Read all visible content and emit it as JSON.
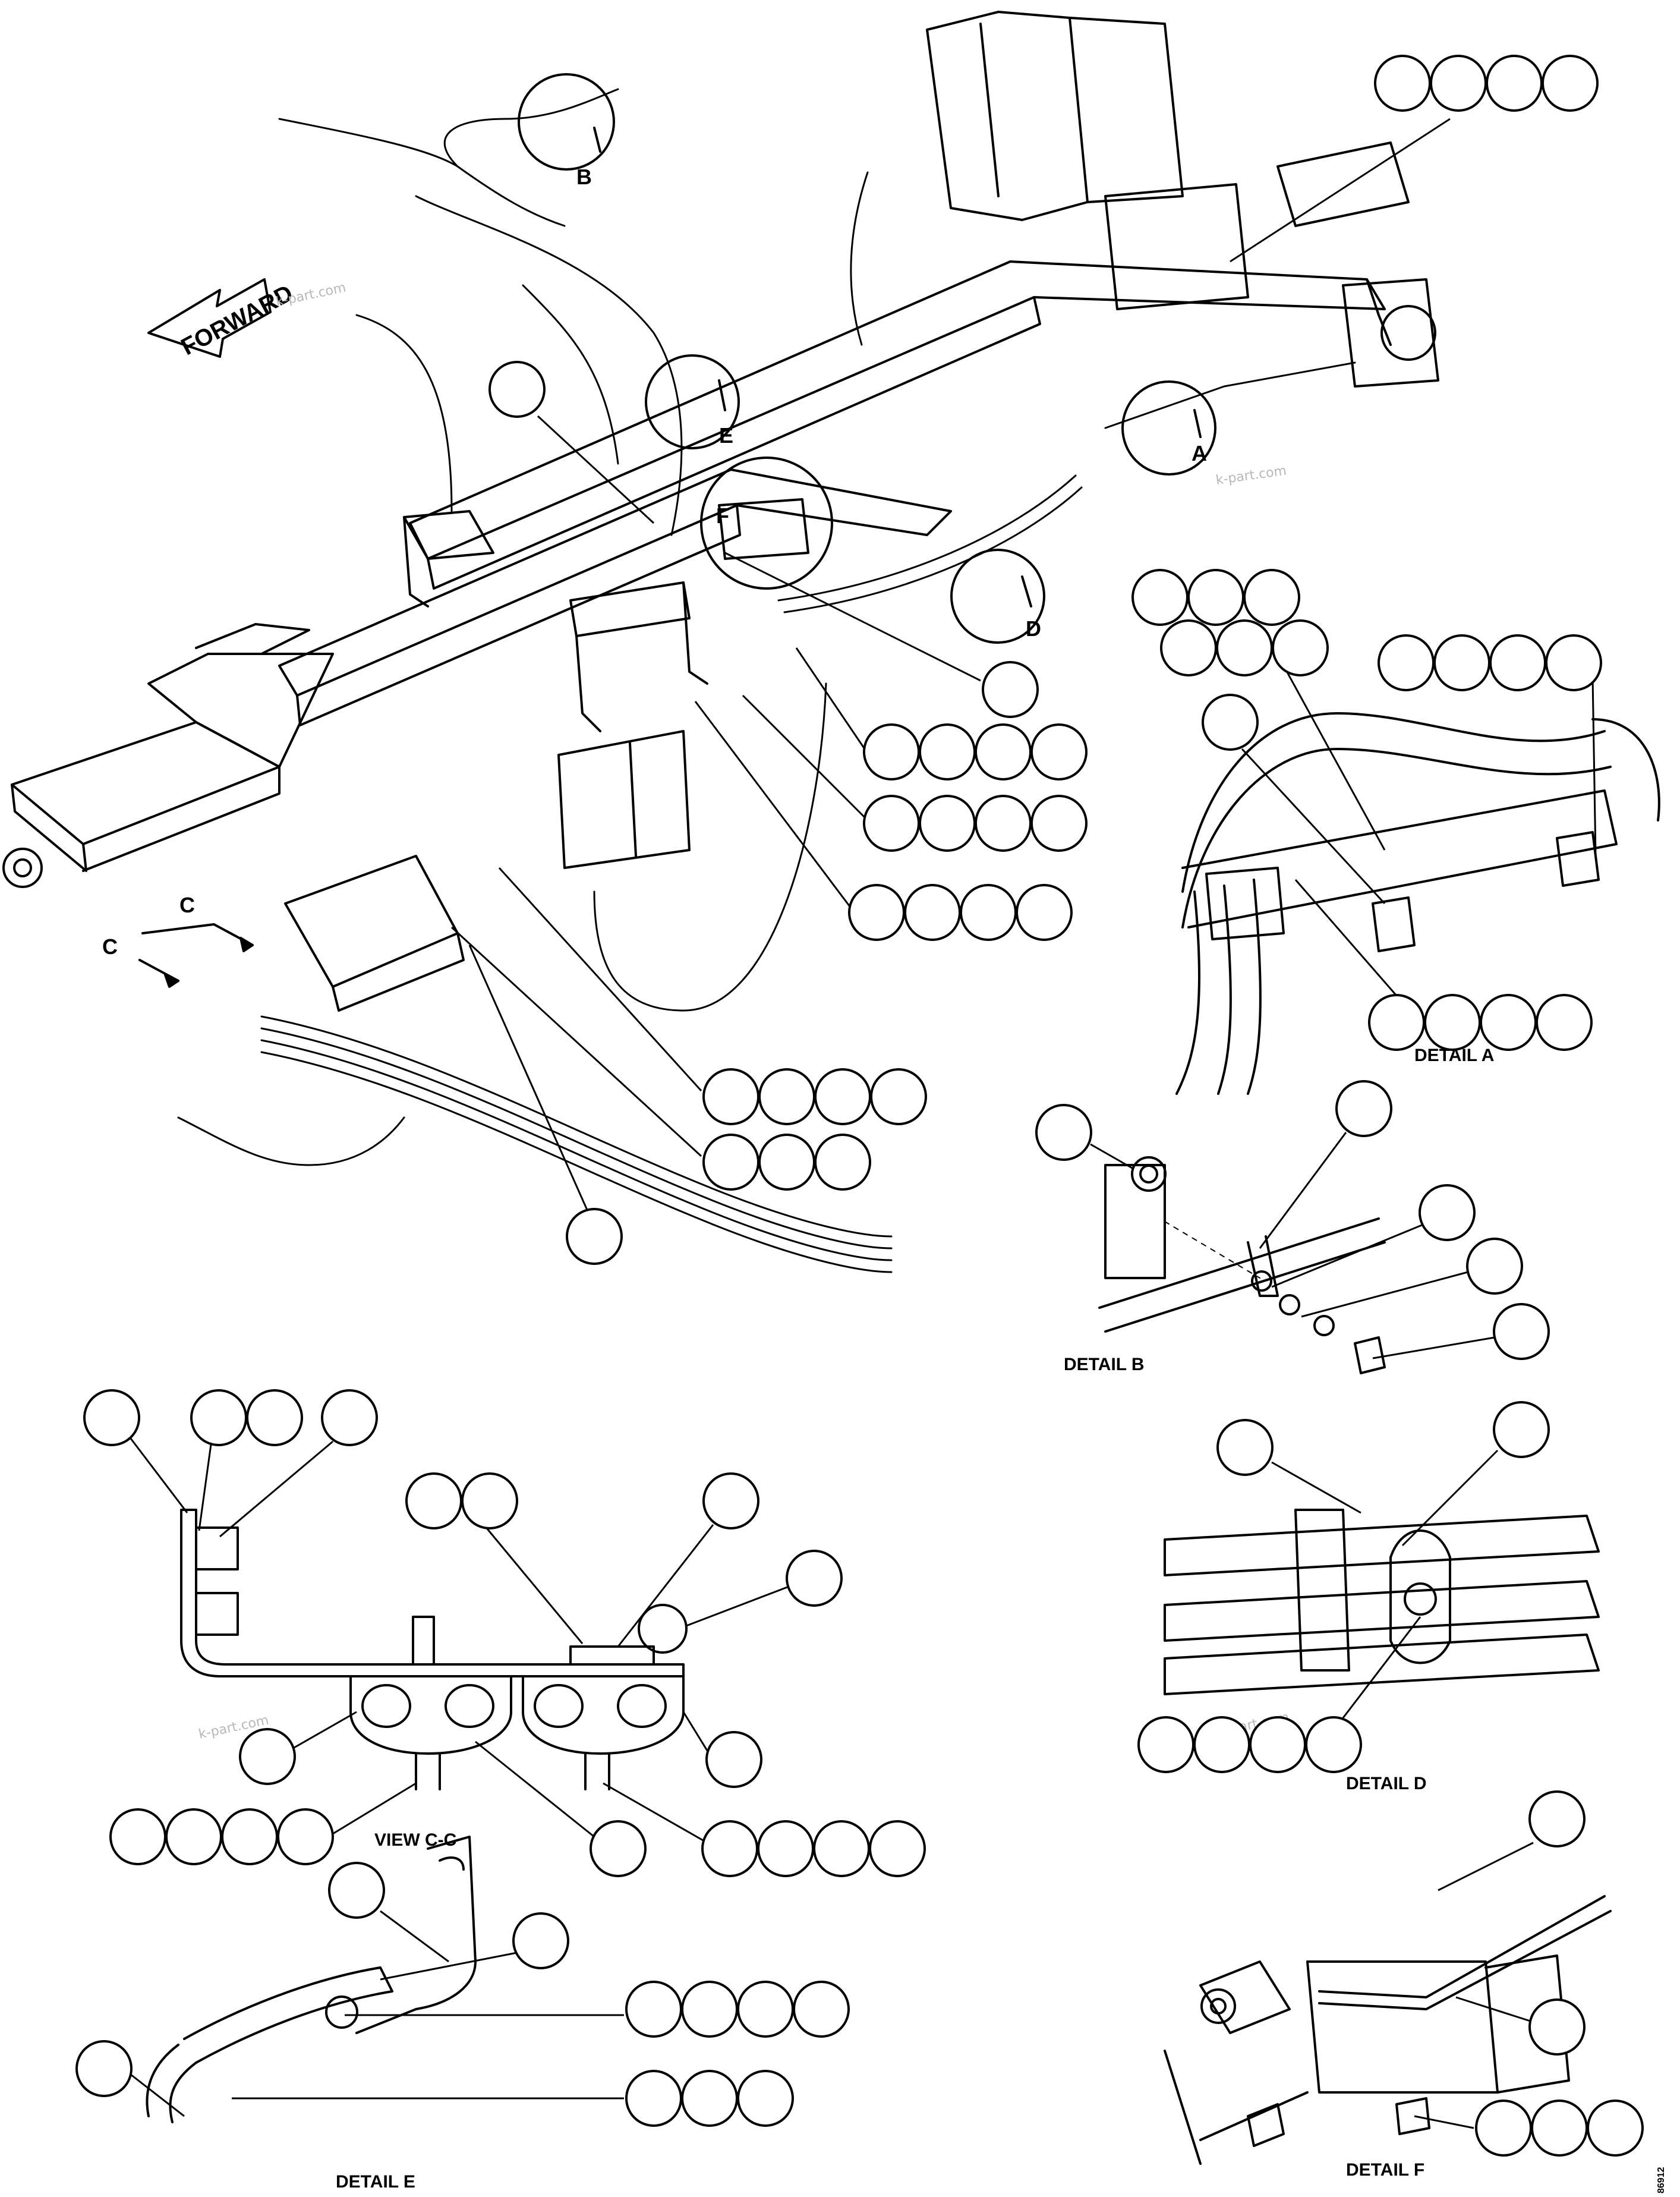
{
  "orientation": {
    "forward_arrow": "FORWARD"
  },
  "detail_markers": {
    "a": "A",
    "b": "B",
    "c_left": "C",
    "c_right": "C",
    "d": "D",
    "e": "E",
    "f": "F"
  },
  "captions": {
    "detail_a": "DETAIL A",
    "detail_b": "DETAIL B",
    "view_cc": "VIEW C-C",
    "detail_d": "DETAIL D",
    "detail_e": "DETAIL E",
    "detail_f": "DETAIL F"
  },
  "watermark": "k-part.com",
  "drawing_number": "86912",
  "callout_groups": {
    "top_right": 4,
    "main_frame_left": 1,
    "main_motor": 1,
    "main_row1": 4,
    "main_row2": 4,
    "main_row3": 4,
    "main_lower1": 4,
    "main_lower2": 3,
    "main_lower3": 1,
    "detail_a_top1": 3,
    "detail_a_top2": 3,
    "detail_a_right": 4,
    "detail_a_left": 1,
    "detail_a_bottom": 4,
    "detail_b_left": 1,
    "detail_b_top": 1,
    "detail_b_r1": 1,
    "detail_b_r2": 1,
    "detail_b_r3": 1,
    "view_cc_a": 1,
    "view_cc_b": 2,
    "view_cc_c": 1,
    "view_cc_d": 2,
    "view_cc_e": 1,
    "view_cc_f": 1,
    "view_cc_g": 1,
    "view_cc_h": 1,
    "view_cc_i": 4,
    "view_cc_j": 1,
    "view_cc_k": 4,
    "detail_d_a": 1,
    "detail_d_b": 1,
    "detail_d_c": 4,
    "detail_e_a": 1,
    "detail_e_b": 1,
    "detail_e_c": 1,
    "detail_e_d": 4,
    "detail_e_e": 3,
    "detail_f_a": 1,
    "detail_f_b": 1,
    "detail_f_c": 3
  }
}
